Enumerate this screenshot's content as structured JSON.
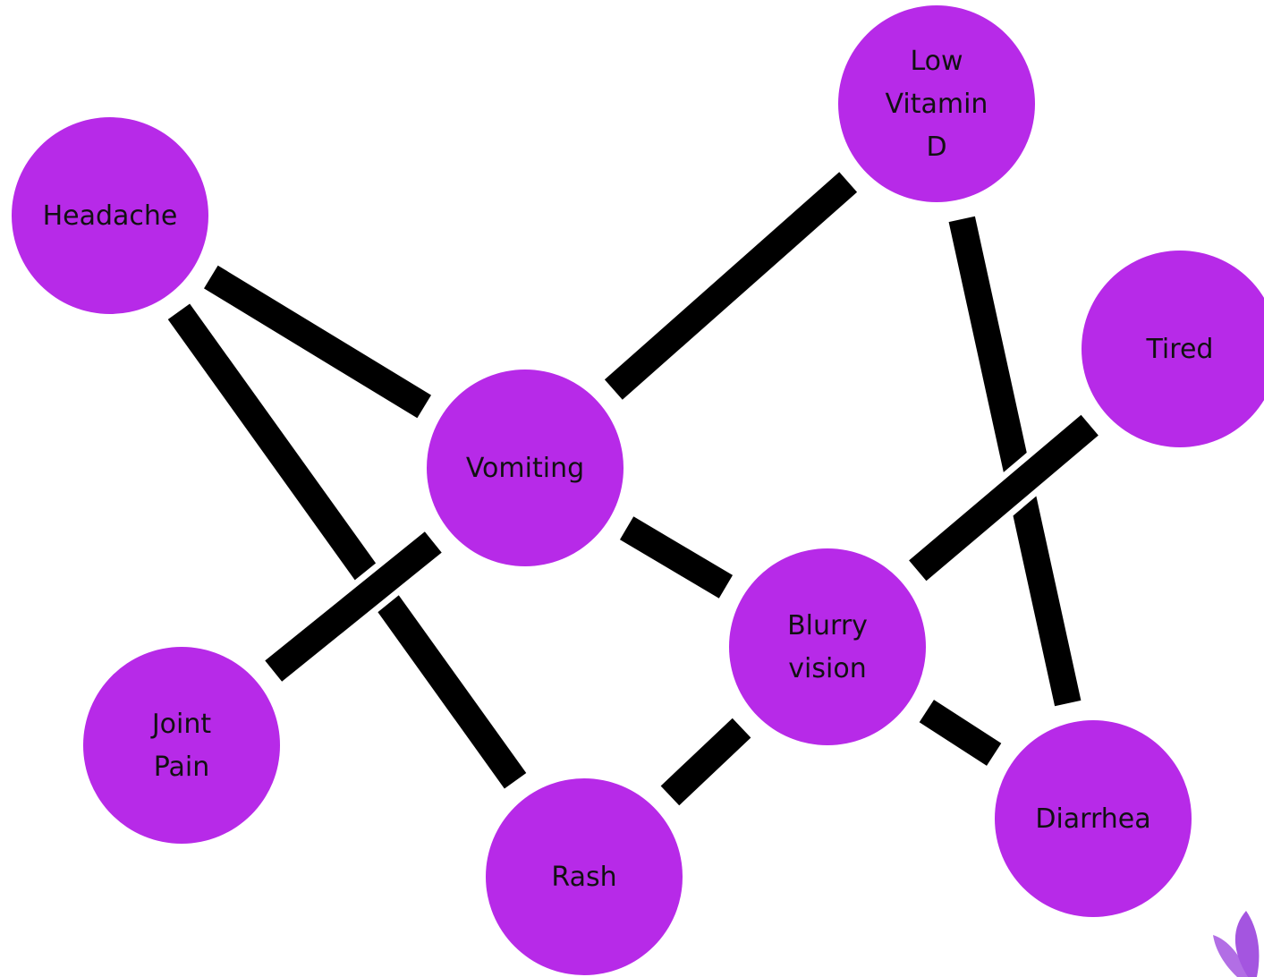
{
  "colors": {
    "node_fill": "#B72AE8",
    "edge": "#000000",
    "edge_gap": "#ffffff",
    "label": "#111111",
    "decoration": "#A455E0"
  },
  "nodes": [
    {
      "id": "headache",
      "lines": [
        "Headache"
      ]
    },
    {
      "id": "low-vitamin-d",
      "lines": [
        "Low",
        "Vitamin",
        "D"
      ]
    },
    {
      "id": "tired",
      "lines": [
        "Tired"
      ]
    },
    {
      "id": "vomiting",
      "lines": [
        "Vomiting"
      ]
    },
    {
      "id": "blurry-vision",
      "lines": [
        "Blurry",
        "vision"
      ]
    },
    {
      "id": "joint-pain",
      "lines": [
        "Joint",
        "Pain"
      ]
    },
    {
      "id": "rash",
      "lines": [
        "Rash"
      ]
    },
    {
      "id": "diarrhea",
      "lines": [
        "Diarrhea"
      ]
    }
  ],
  "edges": [
    {
      "from": "headache",
      "to": "vomiting"
    },
    {
      "from": "headache",
      "to": "rash"
    },
    {
      "from": "vomiting",
      "to": "low-vitamin-d"
    },
    {
      "from": "vomiting",
      "to": "joint-pain"
    },
    {
      "from": "vomiting",
      "to": "blurry-vision"
    },
    {
      "from": "low-vitamin-d",
      "to": "diarrhea"
    },
    {
      "from": "tired",
      "to": "blurry-vision"
    },
    {
      "from": "blurry-vision",
      "to": "rash"
    },
    {
      "from": "blurry-vision",
      "to": "diarrhea"
    }
  ]
}
